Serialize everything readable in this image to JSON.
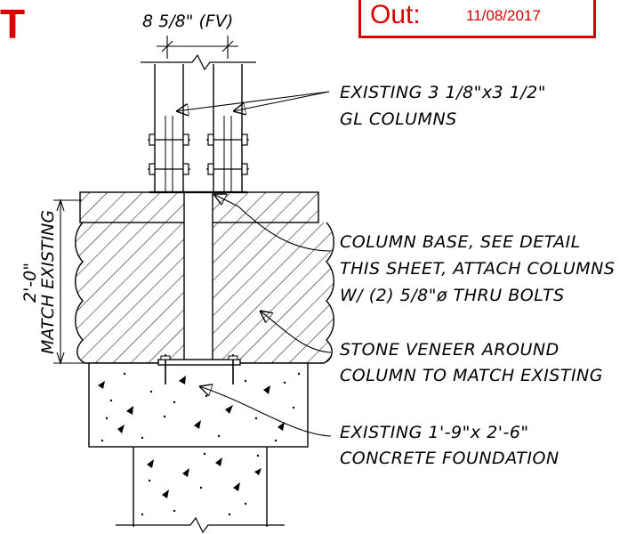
{
  "stamp": {
    "left_partial": "T",
    "label": "Out:",
    "date": "11/08/2017",
    "color": "#d90000"
  },
  "dimensions": {
    "top_spacing": "8 5/8\" (FV)",
    "height": "2'-0\"",
    "height_note": "MATCH EXISTING"
  },
  "callouts": [
    {
      "lines": [
        "EXISTING 3 1/8\"x3 1/2\"",
        "GL COLUMNS"
      ]
    },
    {
      "lines": [
        "COLUMN BASE, SEE DETAIL",
        "THIS SHEET, ATTACH COLUMNS",
        "W/ (2) 5/8\"ø THRU BOLTS"
      ]
    },
    {
      "lines": [
        "STONE VENEER AROUND",
        "COLUMN TO MATCH EXISTING"
      ]
    },
    {
      "lines": [
        "EXISTING 1'-9\"x 2'-6\"",
        "CONCRETE FOUNDATION"
      ]
    }
  ]
}
